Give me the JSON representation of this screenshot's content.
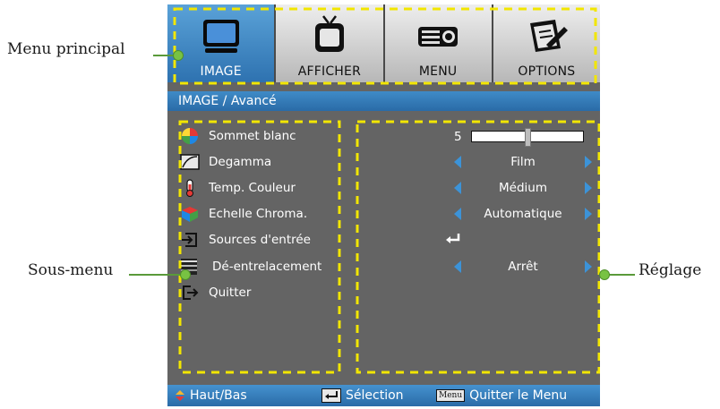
{
  "callouts": {
    "menu_principal": "Menu principal",
    "sous_menu": "Sous-menu",
    "reglage": "Réglage"
  },
  "tabs": [
    {
      "label": "IMAGE",
      "icon": "image-icon",
      "active": true
    },
    {
      "label": "AFFICHER",
      "icon": "tv-icon",
      "active": false
    },
    {
      "label": "MENU",
      "icon": "projector-icon",
      "active": false
    },
    {
      "label": "OPTIONS",
      "icon": "options-icon",
      "active": false
    }
  ],
  "breadcrumb": "IMAGE / Avancé",
  "submenu": [
    {
      "label": "Sommet blanc",
      "icon": "color-wheel-icon"
    },
    {
      "label": "Degamma",
      "icon": "gamma-curve-icon"
    },
    {
      "label": "Temp. Couleur",
      "icon": "thermometer-icon"
    },
    {
      "label": "Echelle Chroma.",
      "icon": "color-cube-icon"
    },
    {
      "label": "Sources d'entrée",
      "icon": "input-source-icon"
    },
    {
      "label": "Dé-entrelacement",
      "icon": "deinterlace-icon"
    },
    {
      "label": "Quitter",
      "icon": "exit-icon"
    }
  ],
  "settings": {
    "sommet_blanc": {
      "value": "5",
      "level": 0.5
    },
    "degamma": "Film",
    "temp_couleur": "Médium",
    "echelle_chroma": "Automatique",
    "sources_entree_icon": "enter-arrow-icon",
    "desentrelacement": "Arrêt"
  },
  "footer": {
    "haut_bas": "Haut/Bas",
    "selection": "Sélection",
    "menu_key": "Menu",
    "quitter_menu": "Quitter le Menu"
  },
  "colors": {
    "osd_bg": "#646464",
    "accent_blue": "#2e72b0",
    "dash_yellow": "#f2e600",
    "callout_green": "#78c243"
  }
}
